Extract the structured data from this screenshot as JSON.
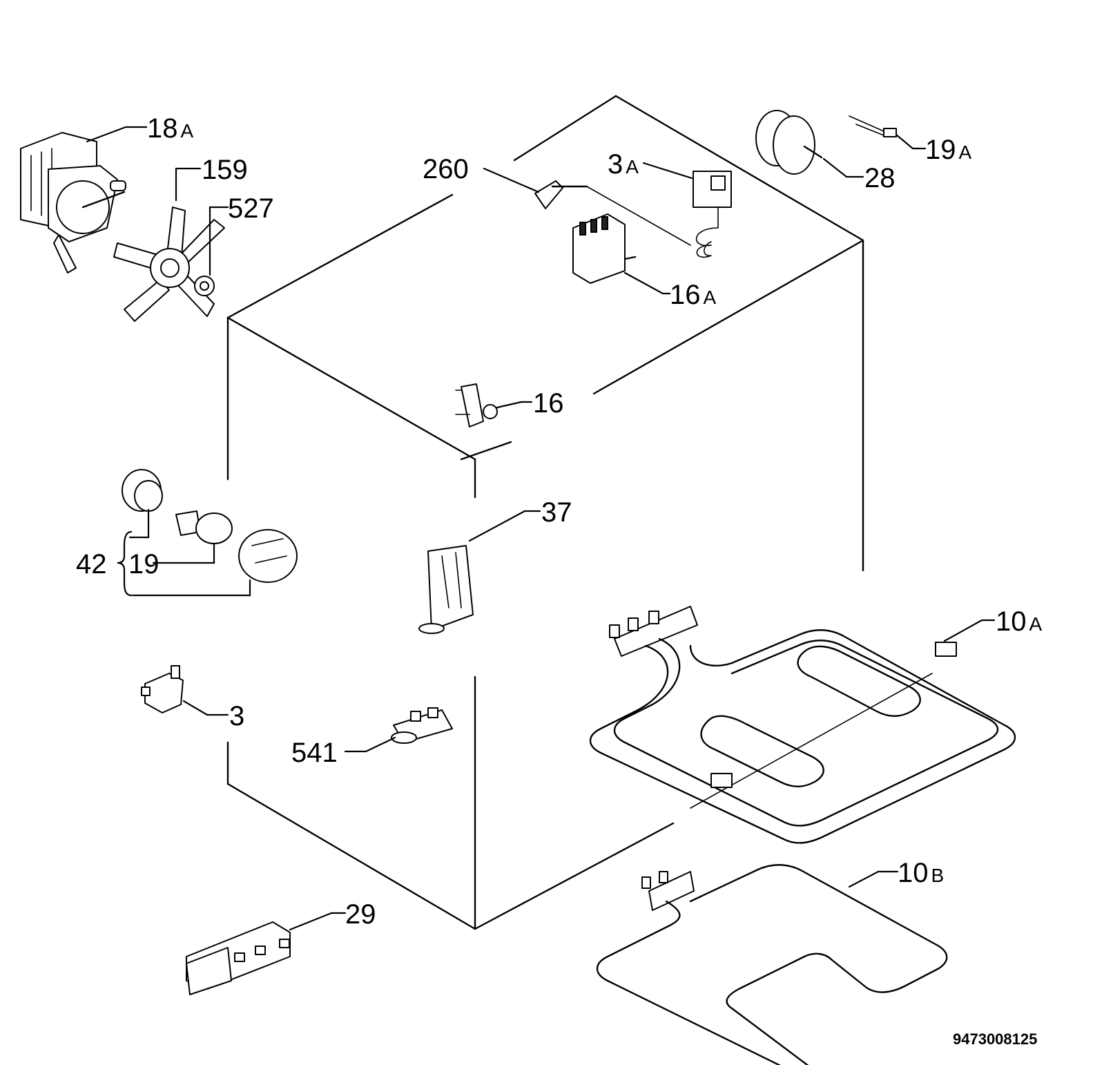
{
  "labels": {
    "p18a": {
      "num": "18",
      "suffix": "A"
    },
    "p159": {
      "num": "159"
    },
    "p527": {
      "num": "527"
    },
    "p260": {
      "num": "260"
    },
    "p3a": {
      "num": "3",
      "suffix": "A"
    },
    "p19a": {
      "num": "19",
      "suffix": "A"
    },
    "p28": {
      "num": "28"
    },
    "p16a": {
      "num": "16",
      "suffix": "A"
    },
    "p16": {
      "num": "16"
    },
    "p37": {
      "num": "37"
    },
    "p42": {
      "num": "42"
    },
    "p19": {
      "num": "19"
    },
    "p10a": {
      "num": "10",
      "suffix": "A"
    },
    "p3": {
      "num": "3"
    },
    "p541": {
      "num": "541"
    },
    "p10b": {
      "num": "10",
      "suffix": "B"
    },
    "p29": {
      "num": "29"
    }
  },
  "diagram_code": "9473008125"
}
